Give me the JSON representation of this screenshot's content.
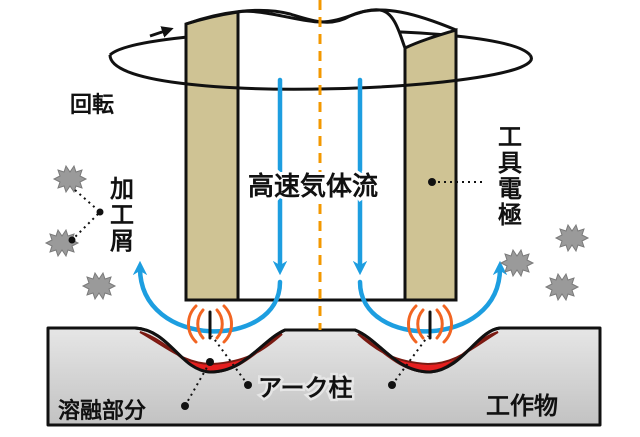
{
  "labels": {
    "rotation": "回転",
    "gas_flow": "高速気体流",
    "electrode": [
      "工",
      "具",
      "電",
      "極"
    ],
    "debris": [
      "加",
      "工",
      "屑"
    ],
    "molten": "溶融部分",
    "arc": "アーク柱",
    "workpiece": "工作物"
  },
  "colors": {
    "electrode": "#cfc394",
    "workpiece_top": "#e6e6e6",
    "workpiece_bottom": "#c2c2c2",
    "molten": "#e51f1f",
    "molten_dark": "#7a1a12",
    "gas_arrow": "#1d9ee0",
    "arc_glow": "#f26522",
    "axis": "#f39800",
    "debris": "#9a9a9a",
    "line": "#111111"
  }
}
